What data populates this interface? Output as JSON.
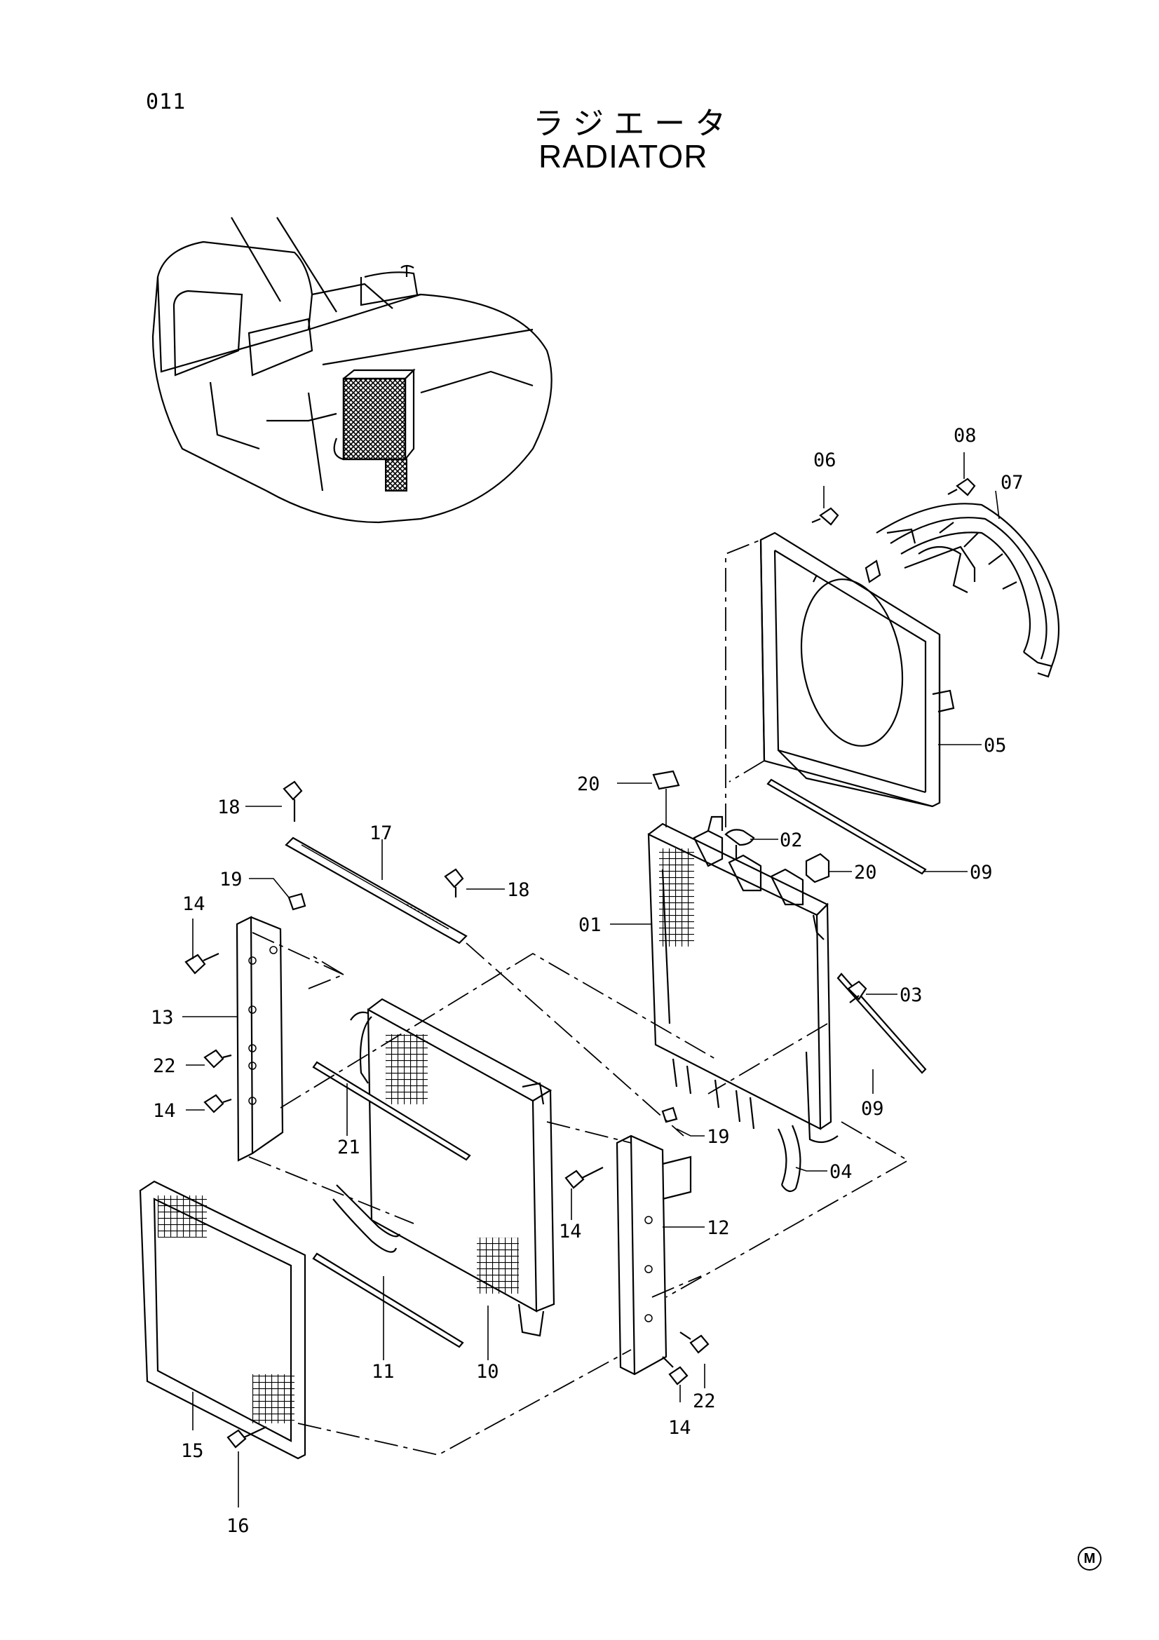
{
  "page": {
    "number": "011"
  },
  "title": {
    "japanese": "ラジエータ",
    "english": "RADIATOR"
  },
  "maker_mark": "M",
  "diagram": {
    "kind": "exploded parts diagram",
    "part_callouts": [
      "01",
      "02",
      "03",
      "04",
      "05",
      "06",
      "07",
      "08",
      "09",
      "09",
      "10",
      "11",
      "12",
      "13",
      "14",
      "14",
      "14",
      "14",
      "15",
      "16",
      "17",
      "18",
      "18",
      "19",
      "19",
      "20",
      "20",
      "21",
      "22",
      "22"
    ]
  }
}
